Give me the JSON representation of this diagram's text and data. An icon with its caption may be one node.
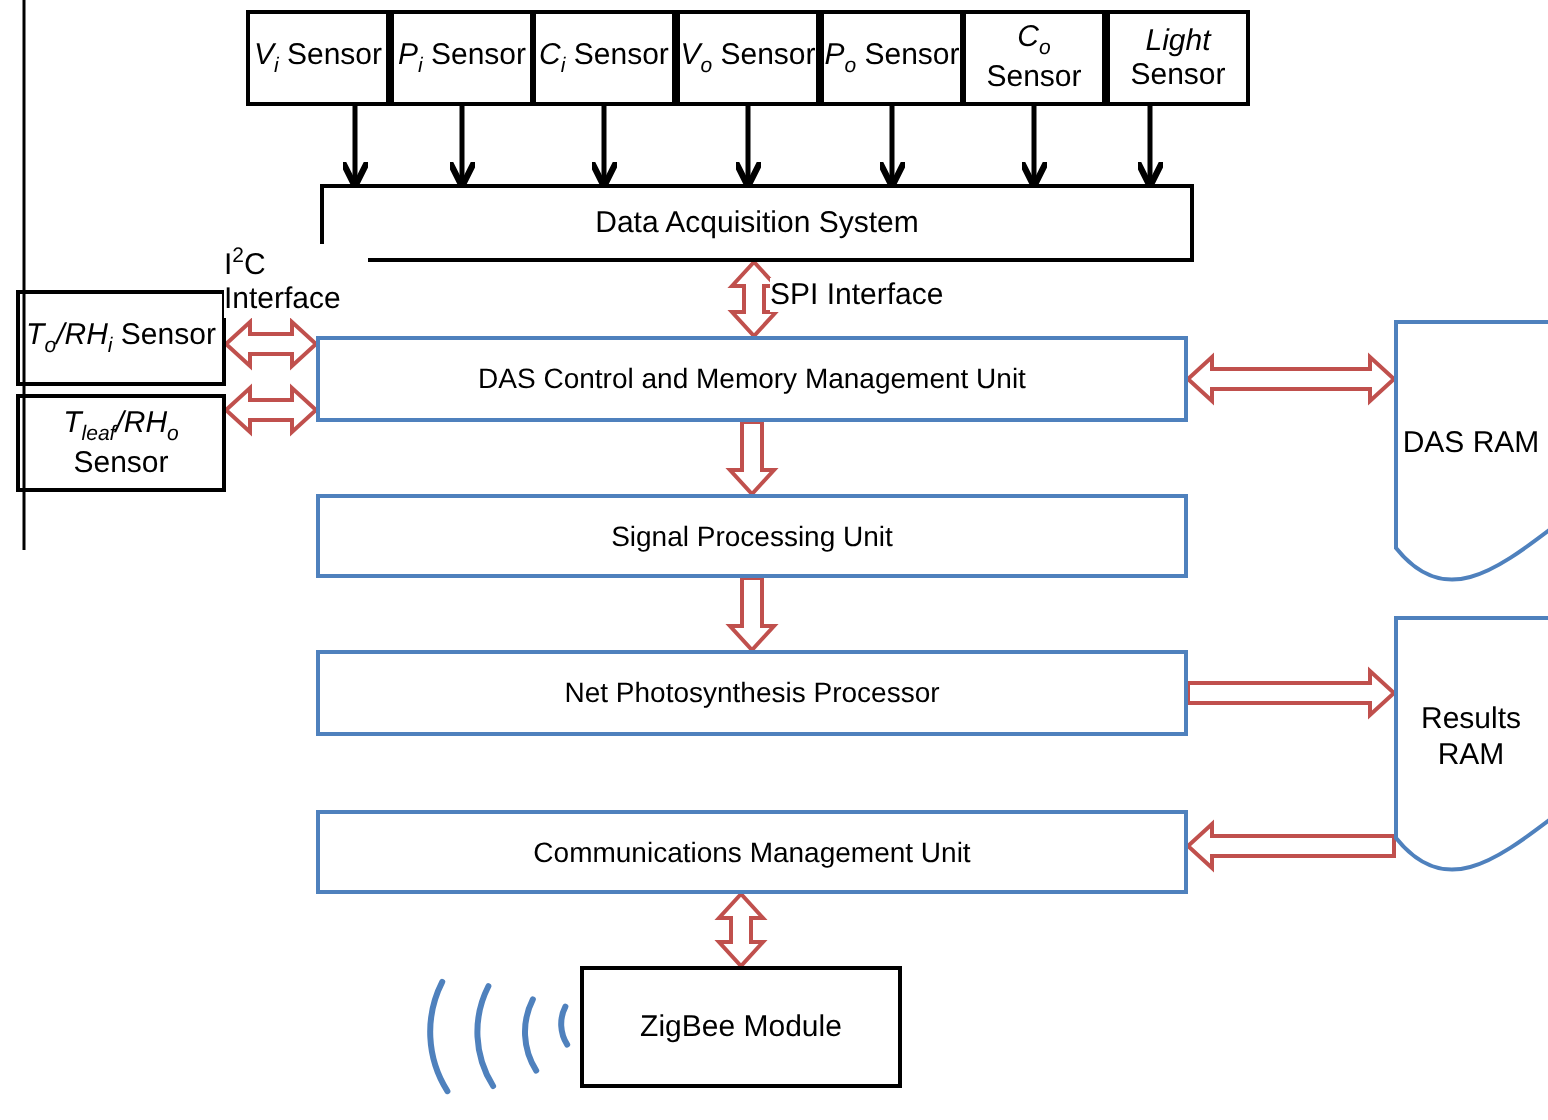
{
  "diagram": {
    "nodes": [
      {
        "text": [
          "*V*$_{i}$ Sensor"
        ]
      },
      {
        "text": [
          "*P*$_{i}$ Sensor"
        ]
      },
      {
        "text": [
          "*C*$_{i}$ Sensor"
        ]
      },
      {
        "text": [
          "*V*$_{o}$ Sensor"
        ]
      },
      {
        "text": [
          "*P*$_{o}$ Sensor"
        ]
      },
      {
        "text": [
          "*C*$_{o}$ Sensor"
        ]
      },
      {
        "text": [
          "*Light* Sensor"
        ]
      },
      {
        "text": [
          "Data Acquisition System"
        ]
      },
      {
        "text": [
          "*T*$_{o}$*/RH*$_{i}$ Sensor"
        ]
      },
      {
        "text": [
          "*T*$_{leaf}$*/RH*$_{o}$ Sensor"
        ]
      },
      {
        "text": [
          "DAS Control and Memory Management Unit"
        ]
      },
      {
        "text": [
          "Signal Processing Unit"
        ]
      },
      {
        "text": [
          "Net Photosynthesis Processor"
        ]
      },
      {
        "text": [
          "Communications Management Unit"
        ]
      },
      {
        "text": [
          "ZigBee Module"
        ]
      },
      {
        "text": [
          "DAS RAM"
        ]
      },
      {
        "text": [
          "Results RAM"
        ]
      }
    ],
    "edges": [
      {
        "from": 0,
        "to": 7,
        "arrow": "to",
        "color": "#000000"
      },
      {
        "from": 1,
        "to": 7,
        "arrow": "to",
        "color": "#000000"
      },
      {
        "from": 2,
        "to": 7,
        "arrow": "to",
        "color": "#000000"
      },
      {
        "from": 3,
        "to": 7,
        "arrow": "to",
        "color": "#000000"
      },
      {
        "from": 4,
        "to": 7,
        "arrow": "to",
        "color": "#000000"
      },
      {
        "from": 5,
        "to": 7,
        "arrow": "to",
        "color": "#000000"
      },
      {
        "from": 6,
        "to": 7,
        "arrow": "to",
        "color": "#000000"
      },
      {
        "from": 7,
        "to": 10,
        "arrow": "both",
        "style": "thick",
        "label": "SPI Interface"
      },
      {
        "from": 8,
        "to": 10,
        "arrow": "both",
        "style": "thick",
        "label": "I$^{2}$C Interface"
      },
      {
        "from": 9,
        "to": 10,
        "arrow": "both",
        "style": "thick"
      },
      {
        "from": 10,
        "to": 15,
        "arrow": "both",
        "style": "thick"
      },
      {
        "from": 10,
        "to": 11,
        "arrow": "to",
        "style": "thick"
      },
      {
        "from": 11,
        "to": 12,
        "arrow": "to",
        "style": "thick"
      },
      {
        "from": 12,
        "to": 16,
        "arrow": "to",
        "style": "thick"
      },
      {
        "from": 16,
        "to": 13,
        "arrow": "to",
        "style": "thick"
      },
      {
        "from": 13,
        "to": 14,
        "arrow": "both",
        "style": "thick"
      }
    ]
  }
}
